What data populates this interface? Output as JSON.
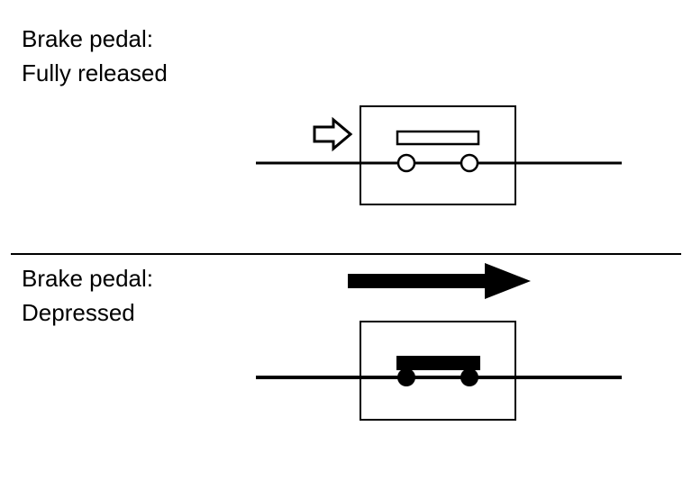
{
  "released": {
    "line1": "Brake pedal:",
    "line2": "Fully released"
  },
  "depressed": {
    "line1": "Brake pedal:",
    "line2": "Depressed"
  }
}
